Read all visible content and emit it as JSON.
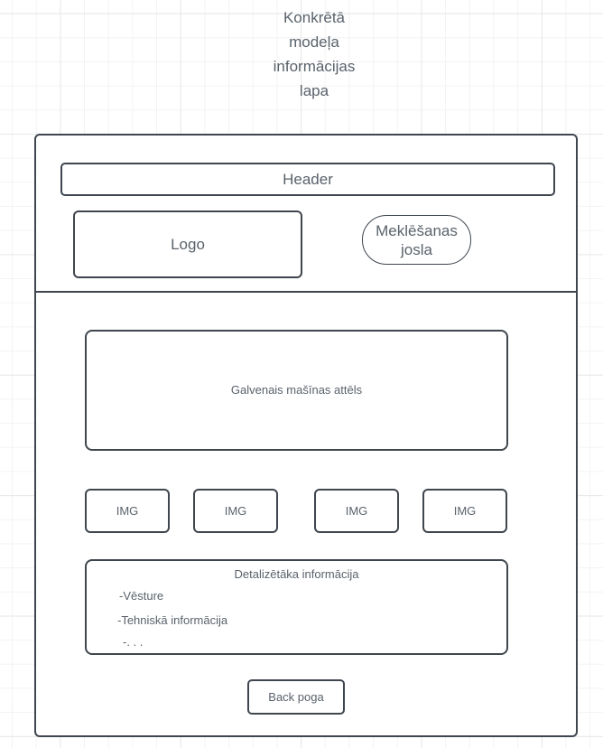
{
  "annotation": {
    "title": "Konkrētā modeļa informācijas lapa"
  },
  "wireframe": {
    "header_label": "Header",
    "logo_label": "Logo",
    "search_label": "Meklēšanas josla",
    "main_image_label": "Galvenais mašīnas attēls",
    "thumbnails": [
      {
        "label": "IMG"
      },
      {
        "label": "IMG"
      },
      {
        "label": "IMG"
      },
      {
        "label": "IMG"
      }
    ],
    "details": {
      "title": "Detalizētāka informācija",
      "items": [
        "-Vēsture",
        "-Tehniskā informācija",
        "-. . ."
      ]
    },
    "back_button_label": "Back poga"
  },
  "colors": {
    "stroke": "#3f464e",
    "text": "#5a626b",
    "canvas_background": "#ffffff",
    "grid_minor": "#f3f3f3",
    "grid_major": "#e8e8e8"
  }
}
